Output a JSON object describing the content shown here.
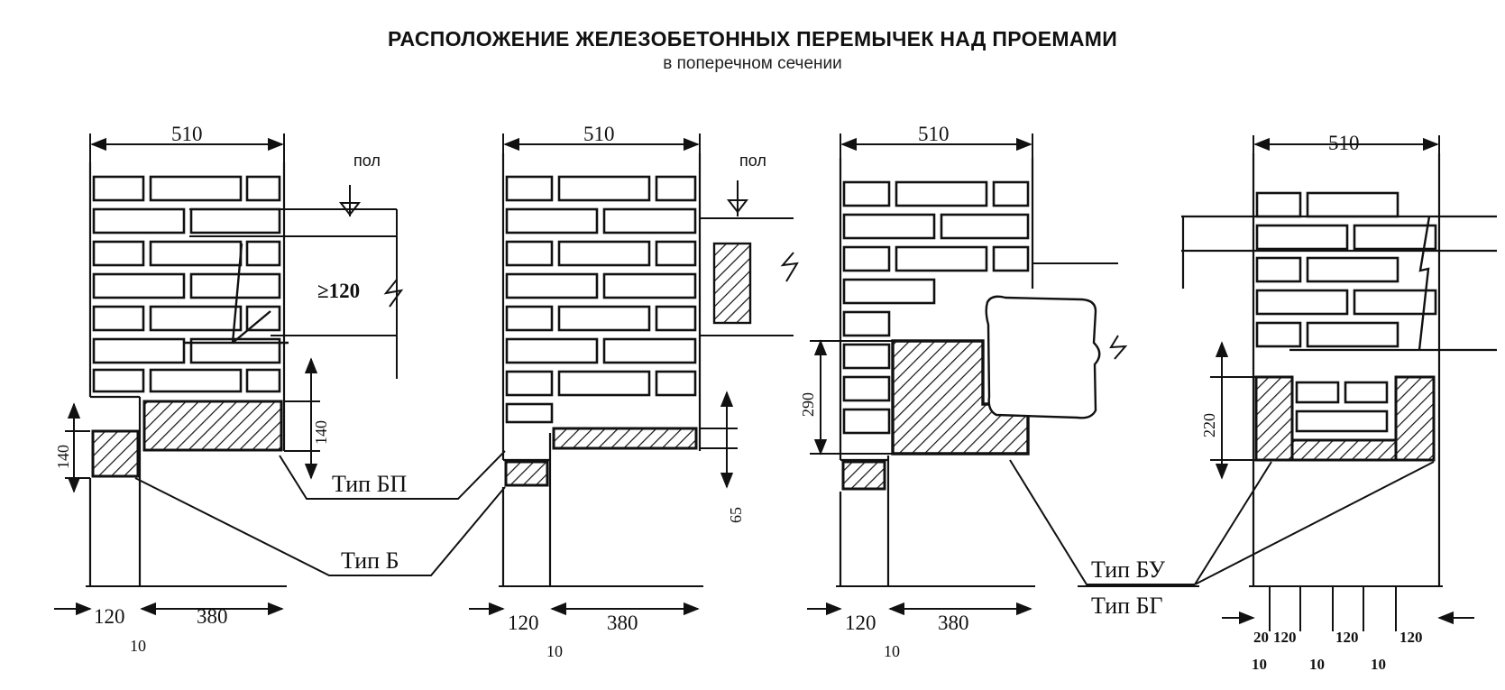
{
  "header": {
    "title": "РАСПОЛОЖЕНИЕ ЖЕЛЕЗОБЕТОННЫХ ПЕРЕМЫЧЕК НАД ПРОЕМАМИ",
    "subtitle": "в поперечном сечении"
  },
  "labels": {
    "floor": "пол",
    "min_bearing": "≥120",
    "type_bp": "Тип БП",
    "type_b": "Тип Б",
    "type_bu": "Тип БУ",
    "type_bg": "Тип БГ"
  },
  "dimensions": {
    "wall_thickness": "510",
    "quarter": "120",
    "gap": "10",
    "wall_rest": "380",
    "h140": "140",
    "h65": "65",
    "h290": "290",
    "h220": "220",
    "n20": "20"
  },
  "colors": {
    "ink": "#111111",
    "paper": "#ffffff"
  }
}
